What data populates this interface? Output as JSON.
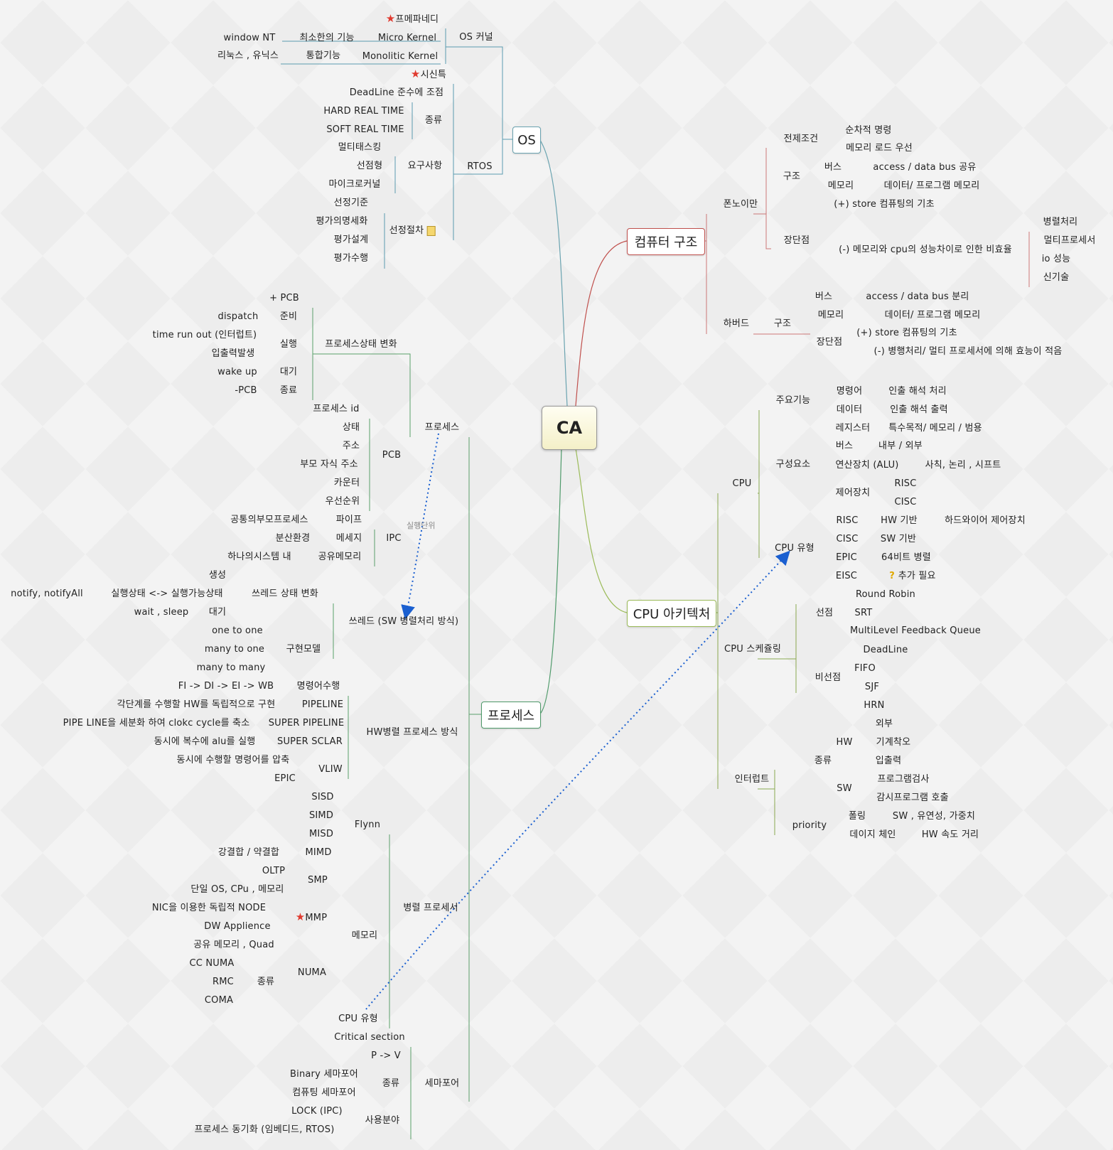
{
  "root": "CA",
  "branches": {
    "os": "OS",
    "ca": "컴퓨터 구조",
    "cpu": "CPU 아키텍처",
    "proc": "프로세스"
  },
  "relationship_label": "실행단위",
  "labels": {
    "os_kernel": "OS 커널",
    "micro_kernel": "Micro Kernel",
    "min_func": "최소한의 기능",
    "window_nt": "window NT",
    "monolithic": "Monolitic Kernel",
    "integrated": "통합기능",
    "linux_unix": "리눅스 , 유닉스",
    "premapanedi": "프메파네디",
    "sisintuk": "시신특",
    "deadline": "DeadLine 준수에 조점",
    "kind": "종류",
    "hard_rt": "HARD REAL TIME",
    "soft_rt": "SOFT REAL TIME",
    "multitask": "멀티태스킹",
    "preempt": "선점형",
    "requirements": "요구사항",
    "microkernel2": "마이크로커널",
    "rtos": "RTOS",
    "sel_criteria": "선정기준",
    "eval_spec": "평가의명세화",
    "eval_design": "평가설계",
    "eval_perform": "평가수행",
    "sel_proc": "선정절차",
    "von": "폰노이만",
    "prereq": "전제조건",
    "seq_cmd": "순차적 명령",
    "mem_load": "메모리 로드 우선",
    "structure": "구조",
    "bus": "버스",
    "bus_share": "access / data bus 공유",
    "memory": "메모리",
    "data_prog_mem": "데이터/ 프로그램 메모리",
    "pros_cons": "장단점",
    "store_base": "(+) store 컴퓨팅의 기초",
    "von_minus": "(-) 메모리와 cpu의 성능차이로 인한 비효율",
    "parallel": "병렬처리",
    "multiproc": "멀티프로세서",
    "io_perf": "io 성능",
    "new_tech": "신기술",
    "harvard": "하버드",
    "bus_split": "access / data bus 분리",
    "harv_minus": "(-) 병행처리/ 멀티 프로세서에 의해 효능이 적음",
    "cpu": "CPU",
    "main_func": "주요기능",
    "instr": "명령어",
    "fetch_decode_exec": "인출 해석 처리",
    "data": "데이터",
    "fetch_decode_out": "인출 해석 출력",
    "components": "구성요소",
    "register": "레지스터",
    "reg_desc": "특수목적/ 메모리 / 범용",
    "in_out": "내부 / 외부",
    "alu": "연산장치 (ALU)",
    "alu_desc": "사칙, 논리 , 시프트",
    "control": "제어장치",
    "risc": "RISC",
    "cisc": "CISC",
    "cpu_type": "CPU 유형",
    "hw_base": "HW 기반",
    "hw_control": "하드와이어 제어장치",
    "sw_base": "SW 기반",
    "epic": "EPIC",
    "bit64": "64비트 병렬",
    "eisc": "EISC",
    "need_add": "추가 필요",
    "sched": "CPU 스케쥴링",
    "preempt2": "선점",
    "rr": "Round Robin",
    "srt": "SRT",
    "mlfq": "MultiLevel Feedback Queue",
    "nonpreempt": "비선점",
    "deadline2": "DeadLine",
    "fifo": "FIFO",
    "sjf": "SJF",
    "hrn": "HRN",
    "interrupt": "인터럽트",
    "int_kind": "종류",
    "hw": "HW",
    "external": "외부",
    "machine_err": "기계착오",
    "io": "입출력",
    "sw": "SW",
    "prog_check": "프로그램검사",
    "monitor_call": "감시프로그램 호출",
    "priority": "priority",
    "polling": "폴링",
    "polling_desc": "SW , 유연성, 가중치",
    "daisy": "데이지 체인",
    "daisy_desc": "HW 속도 거리",
    "plus_pcb": "+ PCB",
    "dispatch": "dispatch",
    "ready": "준비",
    "timerun": "time run out (인터럽트)",
    "run": "실행",
    "io_event": "입출력발생",
    "wakeup": "wake up",
    "wait": "대기",
    "minus_pcb": "-PCB",
    "terminate": "종료",
    "state_change": "프로세스상태 변화",
    "process": "프로세스",
    "pid": "프로세스 id",
    "state": "상태",
    "addr": "주소",
    "parent_child": "부모 자식 주소",
    "counter": "카운터",
    "prio": "우선순위",
    "pcb": "PCB",
    "common_parent": "공통의부모프로세스",
    "pipe": "파이프",
    "distributed": "분산환경",
    "message": "메세지",
    "ipc": "IPC",
    "one_system": "하나의시스템 내",
    "shared_mem": "공유메모리",
    "create": "생성",
    "notify": "notify, notifyAll",
    "run_state": "실행상태 <-> 실행가능상태",
    "thread_state": "쓰레드 상태 변화",
    "wait_sleep": "wait , sleep",
    "wait2": "대기",
    "thread": "쓰레드 (SW 병렬처리 방식)",
    "one_one": "one to one",
    "many_one": "many to one",
    "impl_model": "구현모델",
    "many_many": "many to many",
    "fi_wb": "FI -> DI -> EI -> WB",
    "cmd_exec": "명령어수행",
    "pipeline_desc": "각단계를 수행할 HW를 독립적으로 구현",
    "pipeline": "PIPELINE",
    "superpipe_desc": "PIPE LINE을 세분화 하여 clokc cycle를 축소",
    "superpipe": "SUPER PIPELINE",
    "hw_parallel": "HW병렬 프로세스 방식",
    "superscalar_desc": "동시에 복수에 alu를 실행",
    "superscalar": "SUPER SCLAR",
    "vliw_desc": "동시에 수행할 명령어를 압축",
    "vliw": "VLIW",
    "epic2": "EPIC",
    "sisd": "SISD",
    "simd": "SIMD",
    "misd": "MISD",
    "flynn": "Flynn",
    "coupling": "강결합 / 약결합",
    "mimd": "MIMD",
    "oltp": "OLTP",
    "smp": "SMP",
    "single_os": "단일 OS, CPu , 메모리",
    "nic": "NIC을 이용한 독립적 NODE",
    "mmp": "MMP",
    "dw": "DW Applience",
    "memory2": "메모리",
    "parallel_proc": "병렬 프로세서",
    "shared_quad": "공유 메모리 , Quad",
    "cc_numa": "CC NUMA",
    "numa": "NUMA",
    "rmc": "RMC",
    "kind2": "종류",
    "coma": "COMA",
    "cpu_type2": "CPU 유형",
    "critical": "Critical section",
    "pv": "P -> V",
    "binary_sem": "Binary 세마포어",
    "kind3": "종류",
    "semaphore": "세마포어",
    "counting_sem": "컴퓨팅 세마포어",
    "lock_ipc": "LOCK (IPC)",
    "usage": "사용분야",
    "proc_sync": "프로세스 동기화 (임베디드,  RTOS)"
  }
}
